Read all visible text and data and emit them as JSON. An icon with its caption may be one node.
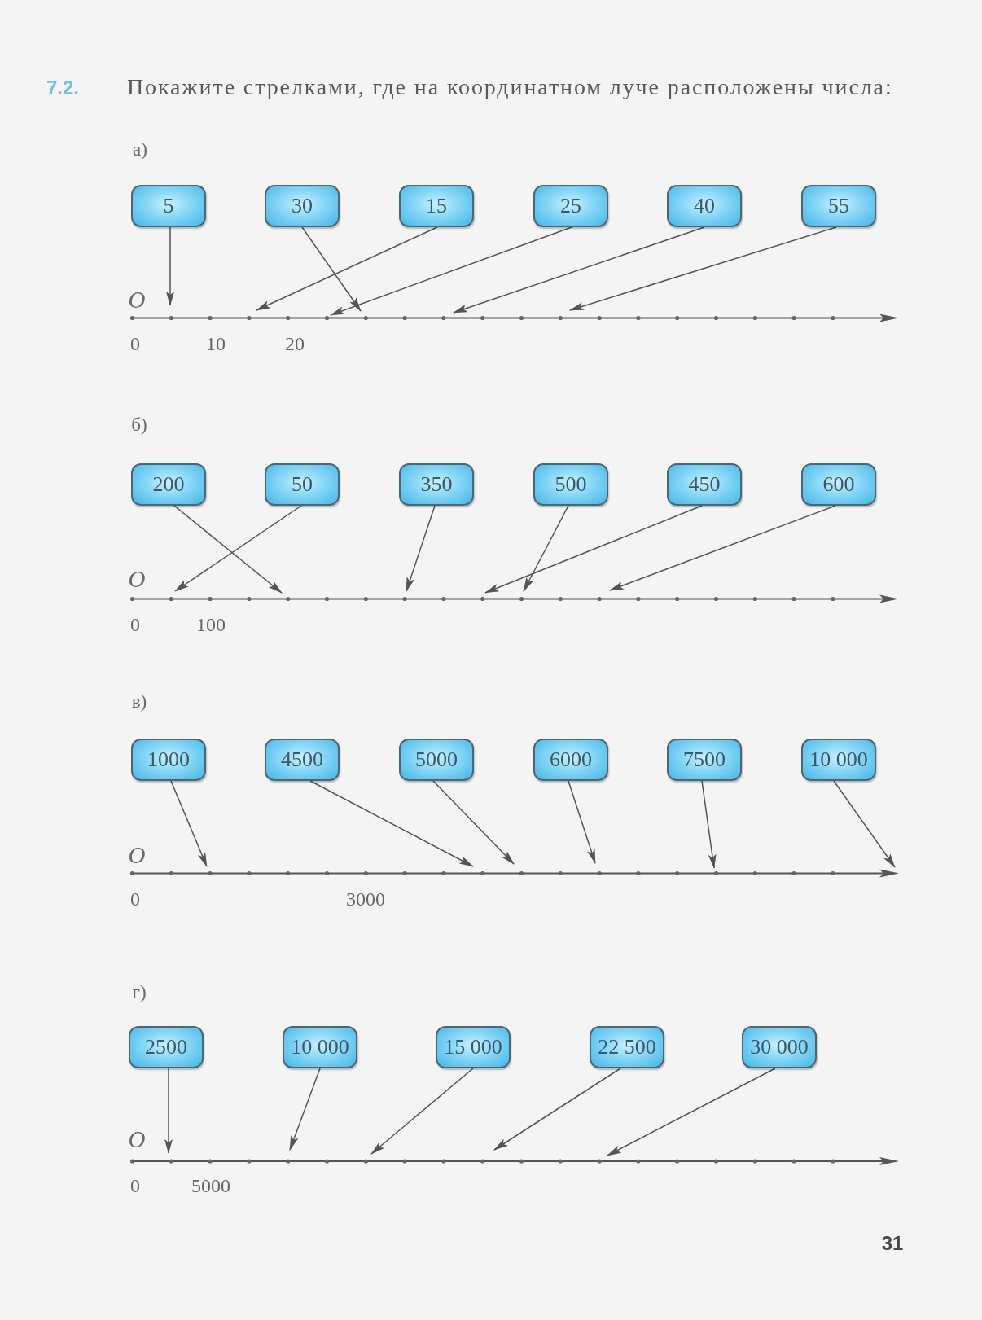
{
  "diagram": {
    "title": "**7.2.** Покажите стрелками, где на координатном луче расположены числа:",
    "nodes": [
      {
        "text": [
          "5"
        ]
      },
      {
        "text": [
          "30"
        ]
      },
      {
        "text": [
          "15"
        ]
      },
      {
        "text": [
          "25"
        ]
      },
      {
        "text": [
          "40"
        ]
      },
      {
        "text": [
          "55"
        ]
      },
      {
        "text": [
          "200"
        ]
      },
      {
        "text": [
          "50"
        ]
      },
      {
        "text": [
          "350"
        ]
      },
      {
        "text": [
          "500"
        ]
      },
      {
        "text": [
          "450"
        ]
      },
      {
        "text": [
          "600"
        ]
      },
      {
        "text": [
          "1000"
        ]
      },
      {
        "text": [
          "4500"
        ]
      },
      {
        "text": [
          "5000"
        ]
      },
      {
        "text": [
          "6000"
        ]
      },
      {
        "text": [
          "7500"
        ]
      },
      {
        "text": [
          "10 000"
        ]
      },
      {
        "text": [
          "2500"
        ]
      },
      {
        "text": [
          "10 000"
        ]
      },
      {
        "text": [
          "15 000"
        ]
      },
      {
        "text": [
          "22 500"
        ]
      },
      {
        "text": [
          "30 000"
        ]
      }
    ],
    "edges": [
      {
        "from": 0,
        "to": null,
        "arrow": "to"
      },
      {
        "from": 1,
        "to": null,
        "arrow": "to"
      },
      {
        "from": 2,
        "to": null,
        "arrow": "to"
      },
      {
        "from": 3,
        "to": null,
        "arrow": "to"
      },
      {
        "from": 4,
        "to": null,
        "arrow": "to"
      },
      {
        "from": 5,
        "to": null,
        "arrow": "to"
      },
      {
        "from": 6,
        "to": null,
        "arrow": "to"
      },
      {
        "from": 7,
        "to": null,
        "arrow": "to"
      },
      {
        "from": 8,
        "to": null,
        "arrow": "to"
      },
      {
        "from": 9,
        "to": null,
        "arrow": "to"
      },
      {
        "from": 10,
        "to": null,
        "arrow": "to"
      },
      {
        "from": 11,
        "to": null,
        "arrow": "to"
      },
      {
        "from": 12,
        "to": null,
        "arrow": "to"
      },
      {
        "from": 13,
        "to": null,
        "arrow": "to"
      },
      {
        "from": 14,
        "to": null,
        "arrow": "to"
      },
      {
        "from": 15,
        "to": null,
        "arrow": "to"
      },
      {
        "from": 16,
        "to": null,
        "arrow": "to"
      },
      {
        "from": 17,
        "to": null,
        "arrow": "to"
      },
      {
        "from": 18,
        "to": null,
        "arrow": "to"
      },
      {
        "from": 19,
        "to": null,
        "arrow": "to"
      },
      {
        "from": 20,
        "to": null,
        "arrow": "to"
      },
      {
        "from": 21,
        "to": null,
        "arrow": "to"
      },
      {
        "from": 22,
        "to": null,
        "arrow": "to"
      }
    ],
    "labels": [
      "а)",
      "O",
      "0",
      "10",
      "20",
      "б)",
      "O",
      "0",
      "100",
      "в)",
      "O",
      "0",
      "3000",
      "г)",
      "O",
      "0",
      "5000",
      "31"
    ]
  }
}
